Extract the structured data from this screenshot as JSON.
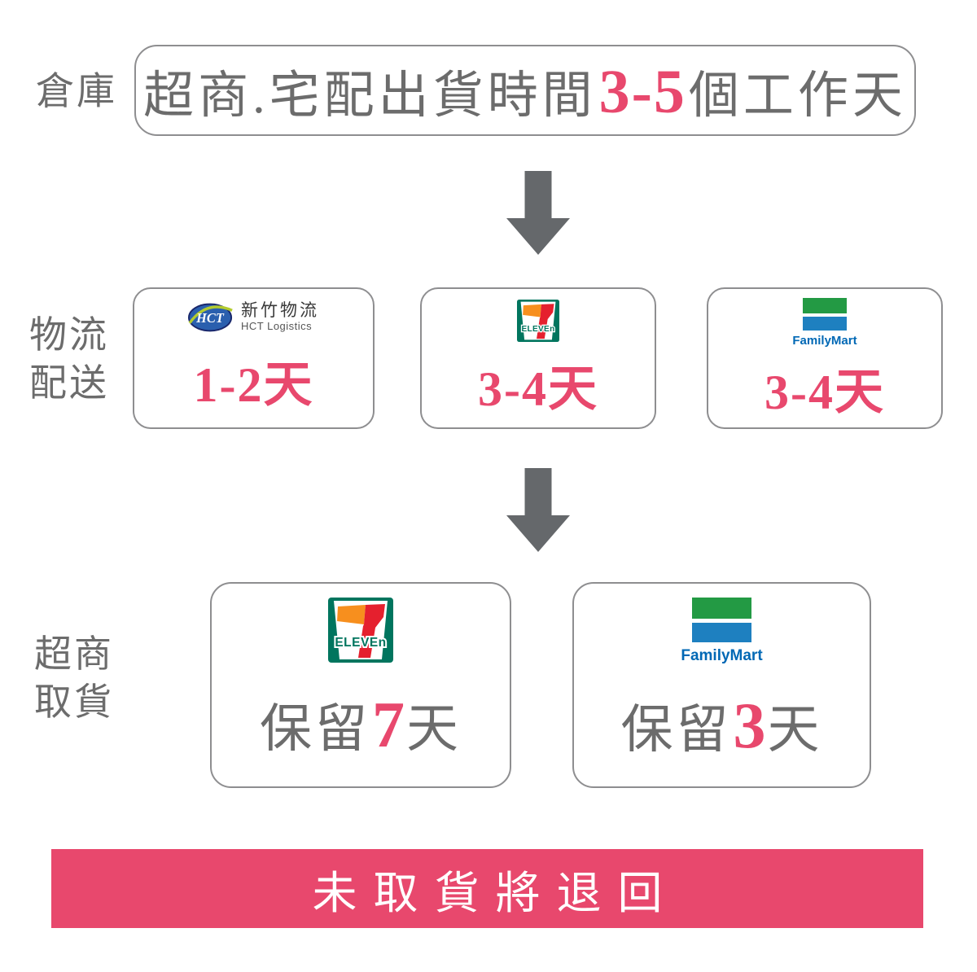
{
  "stage_labels": {
    "warehouse": "倉庫",
    "logistics_line1": "物流",
    "logistics_line2": "配送",
    "pickup_line1": "超商",
    "pickup_line2": "取貨"
  },
  "warehouse_box": {
    "prefix": "超商.宅配出貨時間",
    "highlight": "3-5",
    "suffix": "個工作天"
  },
  "logistics": {
    "hct": {
      "duration": "1-2天"
    },
    "seven_eleven": {
      "duration": "3-4天"
    },
    "familymart": {
      "duration": "3-4天"
    }
  },
  "pickup": {
    "seven_eleven": {
      "prefix": "保留",
      "highlight": "7",
      "suffix": "天"
    },
    "familymart": {
      "prefix": "保留",
      "highlight": "3",
      "suffix": "天"
    }
  },
  "logos": {
    "hct": {
      "monogram": "HCT",
      "name_zh": "新竹物流",
      "name_en": "HCT Logistics"
    },
    "seven_eleven": {
      "wordmark": "ELEVEn"
    },
    "familymart": {
      "wordmark": "FamilyMart"
    }
  },
  "banner": {
    "text": "未取貨將退回"
  },
  "colors": {
    "accent_pink": "#e8486d",
    "text_gray": "#6c6c6c",
    "border_gray": "#8e8e90",
    "arrow_gray": "#65686b",
    "seven_green": "#00755e",
    "seven_red": "#e5202e",
    "seven_orange": "#f78f1e",
    "familymart_green": "#239a44",
    "familymart_blue": "#1e80c0",
    "familymart_text_blue": "#0068b5",
    "hct_blue": "#2a5fae",
    "hct_swoosh_green": "#b3cb2f"
  }
}
